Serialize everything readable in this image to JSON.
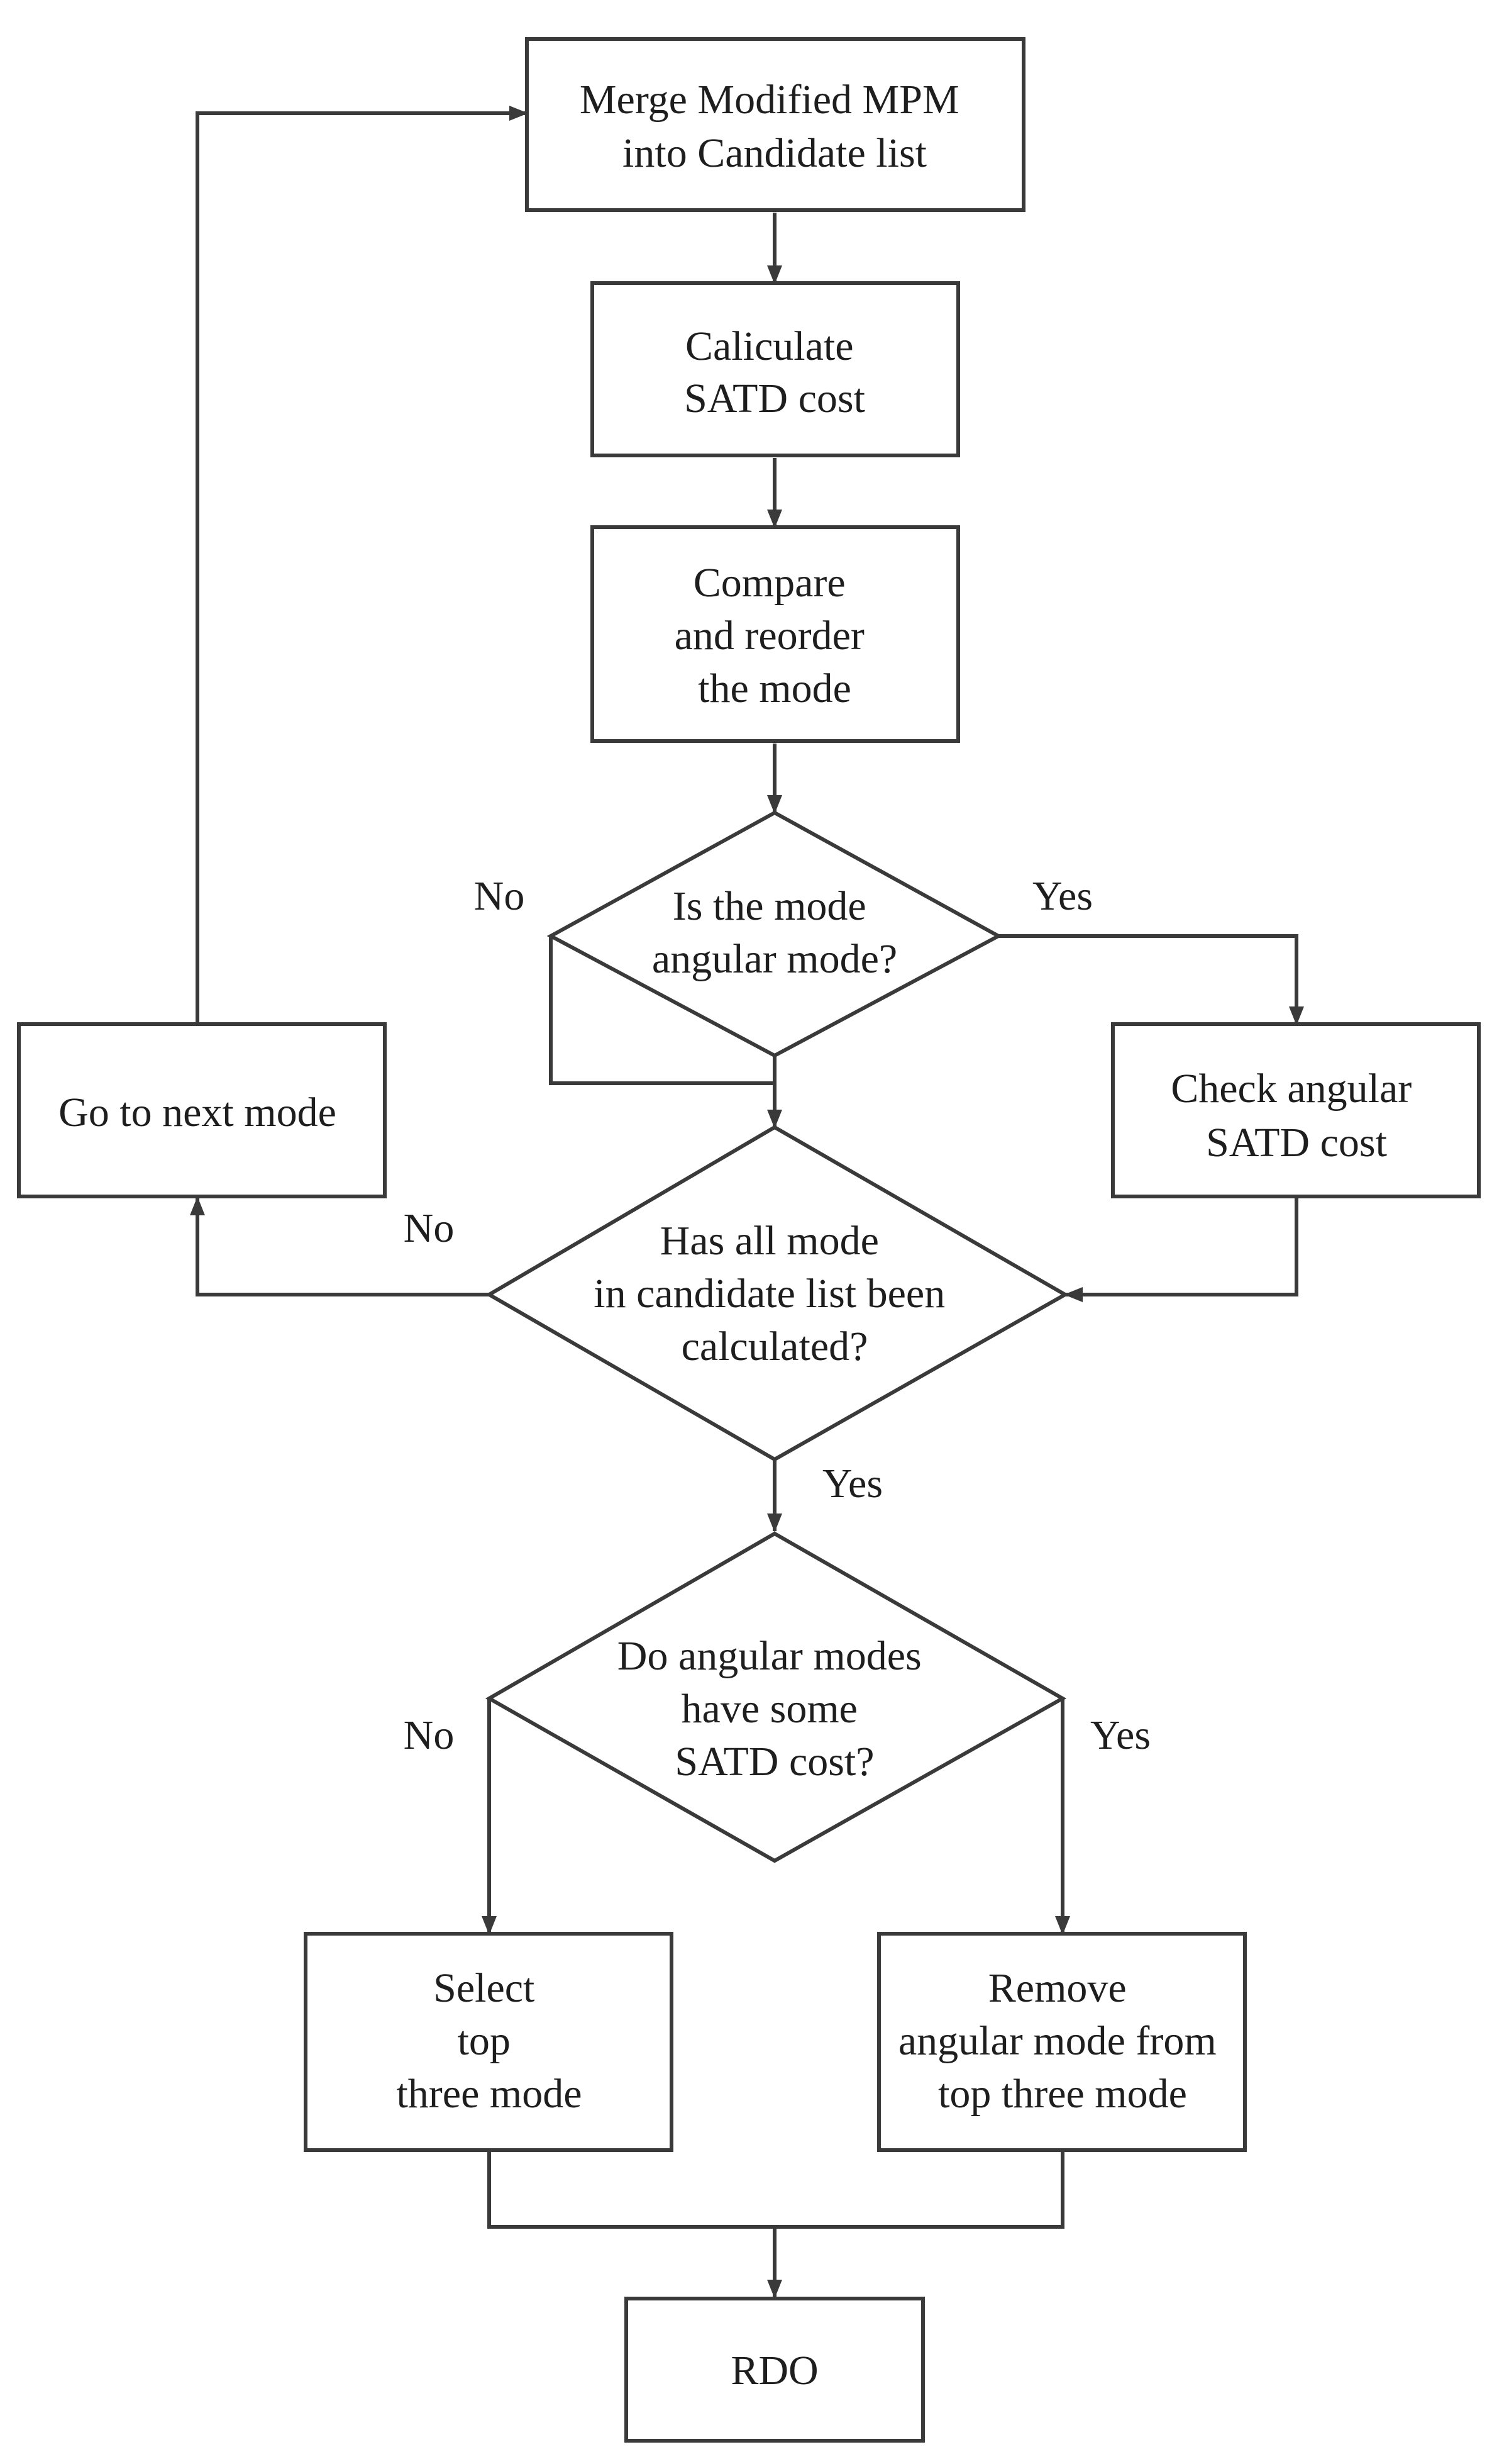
{
  "flowchart": {
    "nodes": {
      "merge_mpm": {
        "lines": [
          "Merge Modified MPM",
          "into Candidate list"
        ]
      },
      "calculate_satd": {
        "lines": [
          "Caliculate",
          "SATD cost"
        ]
      },
      "compare_reorder": {
        "lines": [
          "Compare",
          "and reorder",
          "the mode"
        ]
      },
      "is_angular": {
        "lines": [
          "Is the mode",
          "angular mode?"
        ]
      },
      "check_angular_satd": {
        "lines": [
          "Check angular",
          "SATD cost"
        ]
      },
      "go_next_mode": {
        "lines": [
          "Go to next mode"
        ]
      },
      "all_calculated": {
        "lines": [
          "Has all mode",
          "in candidate list been",
          "calculated?"
        ]
      },
      "angular_same_cost": {
        "lines": [
          "Do angular modes",
          "have some",
          "SATD cost?"
        ]
      },
      "select_top_three": {
        "lines": [
          "Select",
          "top",
          "three mode"
        ]
      },
      "remove_angular": {
        "lines": [
          "Remove",
          "angular mode from",
          "top three mode"
        ]
      },
      "rdo": {
        "lines": [
          "RDO"
        ]
      }
    },
    "edge_labels": {
      "is_angular_no": "No",
      "is_angular_yes": "Yes",
      "all_calculated_no": "No",
      "all_calculated_yes": "Yes",
      "angular_same_cost_no": "No",
      "angular_same_cost_yes": "Yes"
    }
  }
}
